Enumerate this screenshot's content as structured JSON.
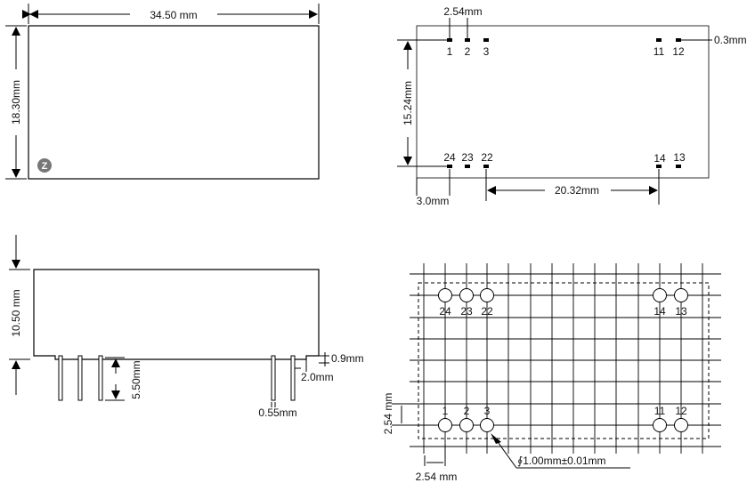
{
  "top_view": {
    "width_label": "34.50 mm",
    "height_label": "18.30mm",
    "logo_letter": "Z"
  },
  "pin_view": {
    "pitch_label": "2.54mm",
    "pin_width_label": "0.3mm",
    "row_spacing_label": "15.24mm",
    "span_label": "20.32mm",
    "edge_label": "3.0mm",
    "top_pins": [
      "1",
      "2",
      "3",
      "11",
      "12"
    ],
    "bottom_pins": [
      "24",
      "23",
      "22",
      "14",
      "13"
    ]
  },
  "side_view": {
    "height_label": "10.50 mm",
    "pin_length_label": "5.50mm",
    "pin_width_label": "0.55mm",
    "standoff_label": "0.9mm",
    "edge_label": "2.0mm"
  },
  "pcb_layout": {
    "top_pins": [
      "24",
      "23",
      "22",
      "14",
      "13"
    ],
    "bottom_pins": [
      "1",
      "2",
      "3",
      "11",
      "12"
    ],
    "vertical_pitch_label": "2.54 mm",
    "horizontal_pitch_label": "2.54 mm",
    "hole_label": "∮1.00mm±0.01mm"
  }
}
